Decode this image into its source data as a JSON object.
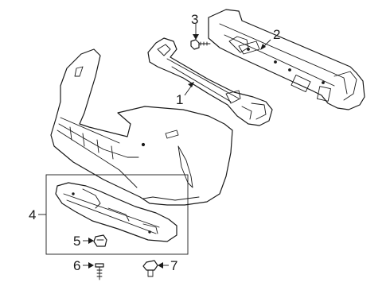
{
  "callouts": [
    {
      "id": "1",
      "label": "1",
      "part": "absorber"
    },
    {
      "id": "2",
      "label": "2",
      "part": "reinforcement-bar"
    },
    {
      "id": "3",
      "label": "3",
      "part": "bolt"
    },
    {
      "id": "4",
      "label": "4",
      "part": "lower-cover-assembly"
    },
    {
      "id": "5",
      "label": "5",
      "part": "clip-nut"
    },
    {
      "id": "6",
      "label": "6",
      "part": "screw"
    },
    {
      "id": "7",
      "label": "7",
      "part": "grommet"
    }
  ],
  "colors": {
    "line": "#1a1a1a",
    "background": "#ffffff"
  }
}
